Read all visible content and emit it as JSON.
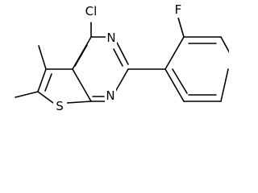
{
  "molecule": {
    "atoms": {
      "cl": "Cl",
      "n_top": "N",
      "n_bottom": "N",
      "s": "S",
      "f": "F"
    }
  },
  "colors": {
    "bond": "#000000",
    "text": "#000000",
    "background": "#ffffff"
  }
}
